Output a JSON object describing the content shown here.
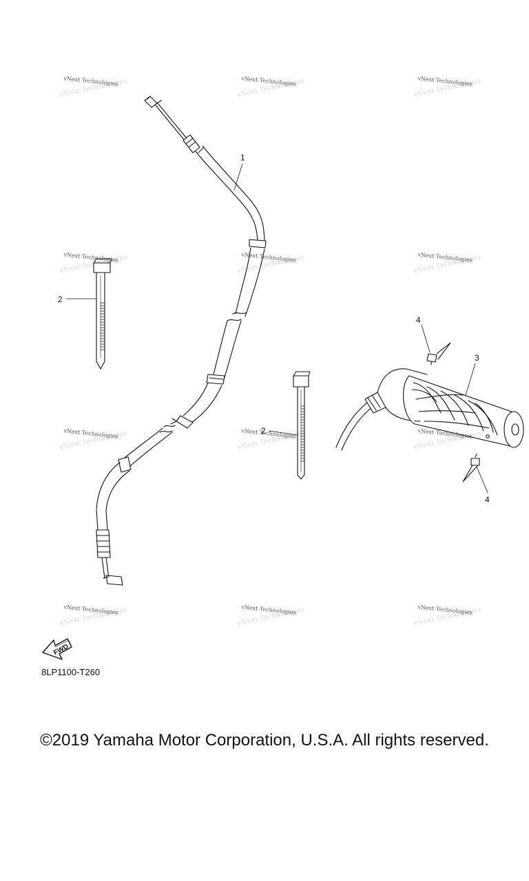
{
  "diagram": {
    "watermark_text": "vNext Technologies",
    "callouts": {
      "c1": "1",
      "c2a": "2",
      "c2b": "2",
      "c3": "3",
      "c4a": "4",
      "c4b": "4"
    },
    "fwd_label": "FWD",
    "diagram_code": "8LP1100-T260"
  },
  "copyright": "©2019 Yamaha Motor Corporation, U.S.A. All rights reserved."
}
